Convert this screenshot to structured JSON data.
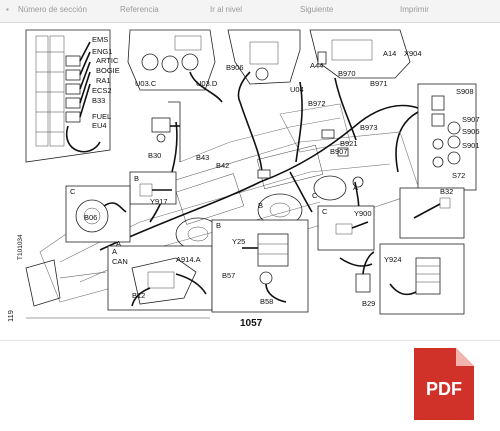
{
  "toolbar": {
    "items": [
      "Número de sección",
      "Referencia",
      "Ir al nivel",
      "Siguiente",
      "Imprimir"
    ]
  },
  "diagram": {
    "page_number": "119",
    "side_code": "T101034",
    "figure_number": "1057",
    "left_panel_labels": [
      "EMS",
      "ENG1",
      "ARTIC",
      "BOGIE",
      "RA1",
      "ECS2",
      "B33",
      "FUEL",
      "EU4"
    ],
    "component_labels": {
      "u03c": "U03.C",
      "u03d": "U03.D",
      "b906": "B906",
      "u04": "U04",
      "a44": "A44",
      "a14": "A14",
      "x904": "X904",
      "b970": "B970",
      "b971": "B971",
      "b972": "B972",
      "b973": "B973",
      "b921": "B921",
      "b907": "B907",
      "s908": "S908",
      "s907": "S907",
      "s906": "S906",
      "s901": "S901",
      "s72": "S72",
      "b32": "B32",
      "b30": "B30",
      "b43": "B43",
      "b42": "B42",
      "y917": "Y917",
      "b06": "B06",
      "y900": "Y900",
      "y924": "Y924",
      "b29": "B29",
      "y25": "Y25",
      "b57": "B57",
      "b58": "B58",
      "can": "CAN",
      "a914a": "A914.A",
      "b12": "B12"
    },
    "callout_letters": {
      "a1": "A",
      "a2": "A",
      "a3": "A",
      "b1": "B",
      "b2": "B",
      "b3": "B",
      "c1": "C",
      "c2": "C",
      "c3": "C"
    }
  },
  "pdf_icon": {
    "label": "PDF",
    "color": "#d0322a"
  }
}
